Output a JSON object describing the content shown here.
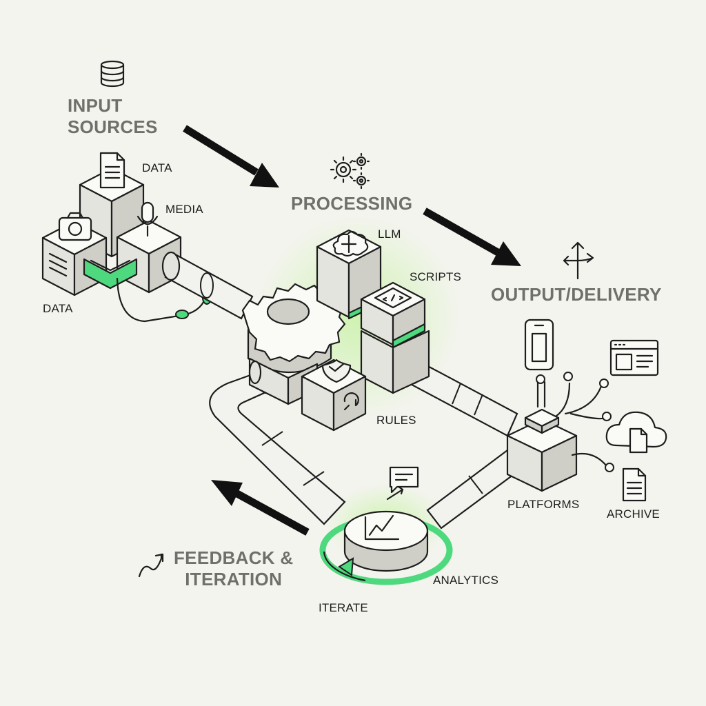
{
  "headings": {
    "input": [
      "INPUT",
      "SOURCES"
    ],
    "processing": "PROCESSING",
    "output": "OUTPUT/DELIVERY",
    "feedback": [
      "FEEDBACK &",
      "ITERATION"
    ]
  },
  "labels": {
    "data_top": "DATA",
    "media": "MEDIA",
    "data_left": "DATA",
    "llm": "LLM",
    "scripts": "SCRIPTS",
    "rules": "RULES",
    "platforms": "PLATFORMS",
    "archive": "ARCHIVE",
    "analytics": "ANALYTICS",
    "iterate": "ITERATE"
  },
  "colors": {
    "accent": "#4fd97e",
    "glow": "#c8f2a6",
    "ink": "#1d1d1d",
    "heading": "#6f706b",
    "background": "#f4f4ef"
  },
  "icons": [
    "database-icon",
    "gears-icon",
    "direction-arrows-icon",
    "document-icon",
    "camera-icon",
    "microphone-icon",
    "brain-icon",
    "code-icon",
    "shield-check-icon",
    "refresh-icon",
    "phone-icon",
    "browser-window-icon",
    "cloud-icon",
    "file-icon",
    "chat-bubble-icon",
    "trend-chart-icon",
    "trend-arrow-icon"
  ]
}
